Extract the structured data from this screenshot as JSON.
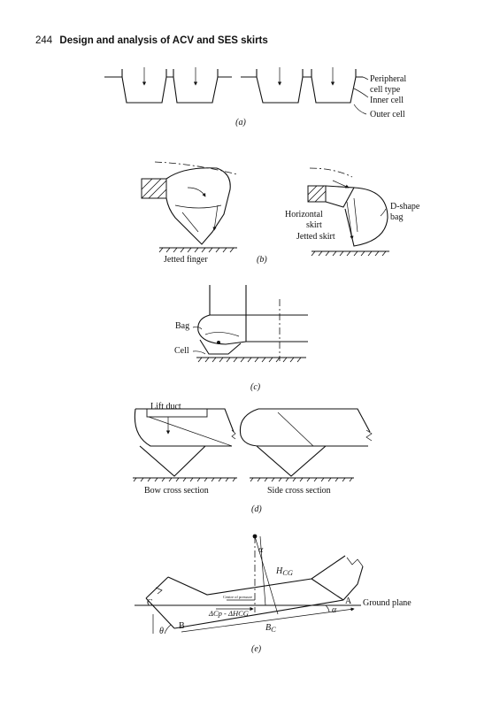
{
  "header": {
    "page_number": "244",
    "title": "Design and analysis of ACV and SES skirts"
  },
  "panel_a": {
    "caption": "(a)",
    "labels": [
      "Peripheral",
      "cell type",
      "Inner cell",
      "Outer cell"
    ]
  },
  "panel_b": {
    "caption": "(b)",
    "left_label": "Jetted finger",
    "right_labels": {
      "horizontal_1": "Horizontal",
      "horizontal_2": "skirt",
      "jetted": "Jetted skirt",
      "dshape_1": "D-shape",
      "dshape_2": "bag"
    }
  },
  "panel_c": {
    "caption": "(c)",
    "bag": "Bag",
    "cell": "Cell"
  },
  "panel_d": {
    "caption": "(d)",
    "lift_duct": "Lift duct",
    "bow": "Bow cross section",
    "side": "Side cross section"
  },
  "panel_e": {
    "caption": "(e)",
    "ground_plane": "Ground plane",
    "point_a": "A",
    "point_b": "B",
    "point_c": "C",
    "alpha": "α",
    "theta": "θ",
    "alpha_small": "α",
    "center_pressure": "Centre of pressure",
    "delta": "ΔCp - ΔHCG",
    "h_cg_main": "H",
    "h_cg_sub": "CG",
    "b_c_main": "B",
    "b_c_sub": "C"
  }
}
